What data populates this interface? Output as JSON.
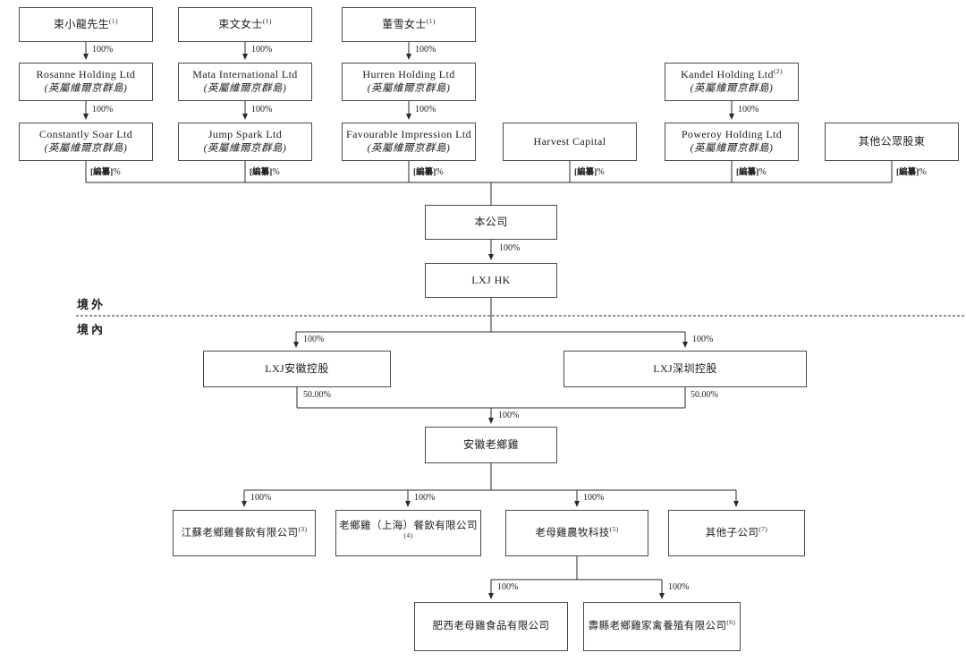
{
  "labels": {
    "pct_100": "100%",
    "pct_50": "50.00%",
    "redacted": "[編纂]",
    "pct_sign": "%"
  },
  "regions": {
    "offshore": "境外",
    "onshore": "境內"
  },
  "nodes": {
    "person1": {
      "name": "束小龍先生",
      "sup": "(1)"
    },
    "person2": {
      "name": "束文女士",
      "sup": "(1)"
    },
    "person3": {
      "name": "董雪女士",
      "sup": "(1)"
    },
    "rosanne": {
      "name": "Rosanne Holding Ltd",
      "sub": "(英屬維爾京群島)"
    },
    "mata": {
      "name": "Mata International Ltd",
      "sub": "(英屬維爾京群島)"
    },
    "hurren": {
      "name": "Hurren Holding Ltd",
      "sub": "(英屬維爾京群島)"
    },
    "kandel": {
      "name": "Kandel Holding Ltd",
      "sup": "(2)",
      "sub": "(英屬維爾京群島)"
    },
    "constantly": {
      "name": "Constantly Soar Ltd",
      "sub": "(英屬維爾京群島)"
    },
    "jump": {
      "name": "Jump Spark Ltd",
      "sub": "(英屬維爾京群島)"
    },
    "favourable": {
      "name": "Favourable Impression Ltd",
      "sub": "(英屬維爾京群島)"
    },
    "harvest": {
      "name": "Harvest Capital"
    },
    "poweroy": {
      "name": "Poweroy Holding Ltd",
      "sub": "(英屬維爾京群島)"
    },
    "public": {
      "name": "其他公眾股東"
    },
    "company": {
      "name": "本公司"
    },
    "lxj_hk": {
      "name": "LXJ HK"
    },
    "lxj_anhui": {
      "name": "LXJ安徽控股"
    },
    "lxj_shenzhen": {
      "name": "LXJ深圳控股"
    },
    "anhui_lxj": {
      "name": "安徽老鄉雞"
    },
    "jiangsu": {
      "name": "江蘇老鄉雞餐飲有限公司",
      "sup": "(3)"
    },
    "shanghai": {
      "name": "老鄉雞（上海）餐飲有限公司",
      "sup": "(4)"
    },
    "laomuji_tech": {
      "name": "老母雞農牧科技",
      "sup": "(5)"
    },
    "other_subs": {
      "name": "其他子公司",
      "sup": "(7)"
    },
    "feixi": {
      "name": "肥西老母雞食品有限公司"
    },
    "shouxian": {
      "name": "壽縣老鄉雞家禽養殖有限公司",
      "sup": "(6)"
    }
  }
}
